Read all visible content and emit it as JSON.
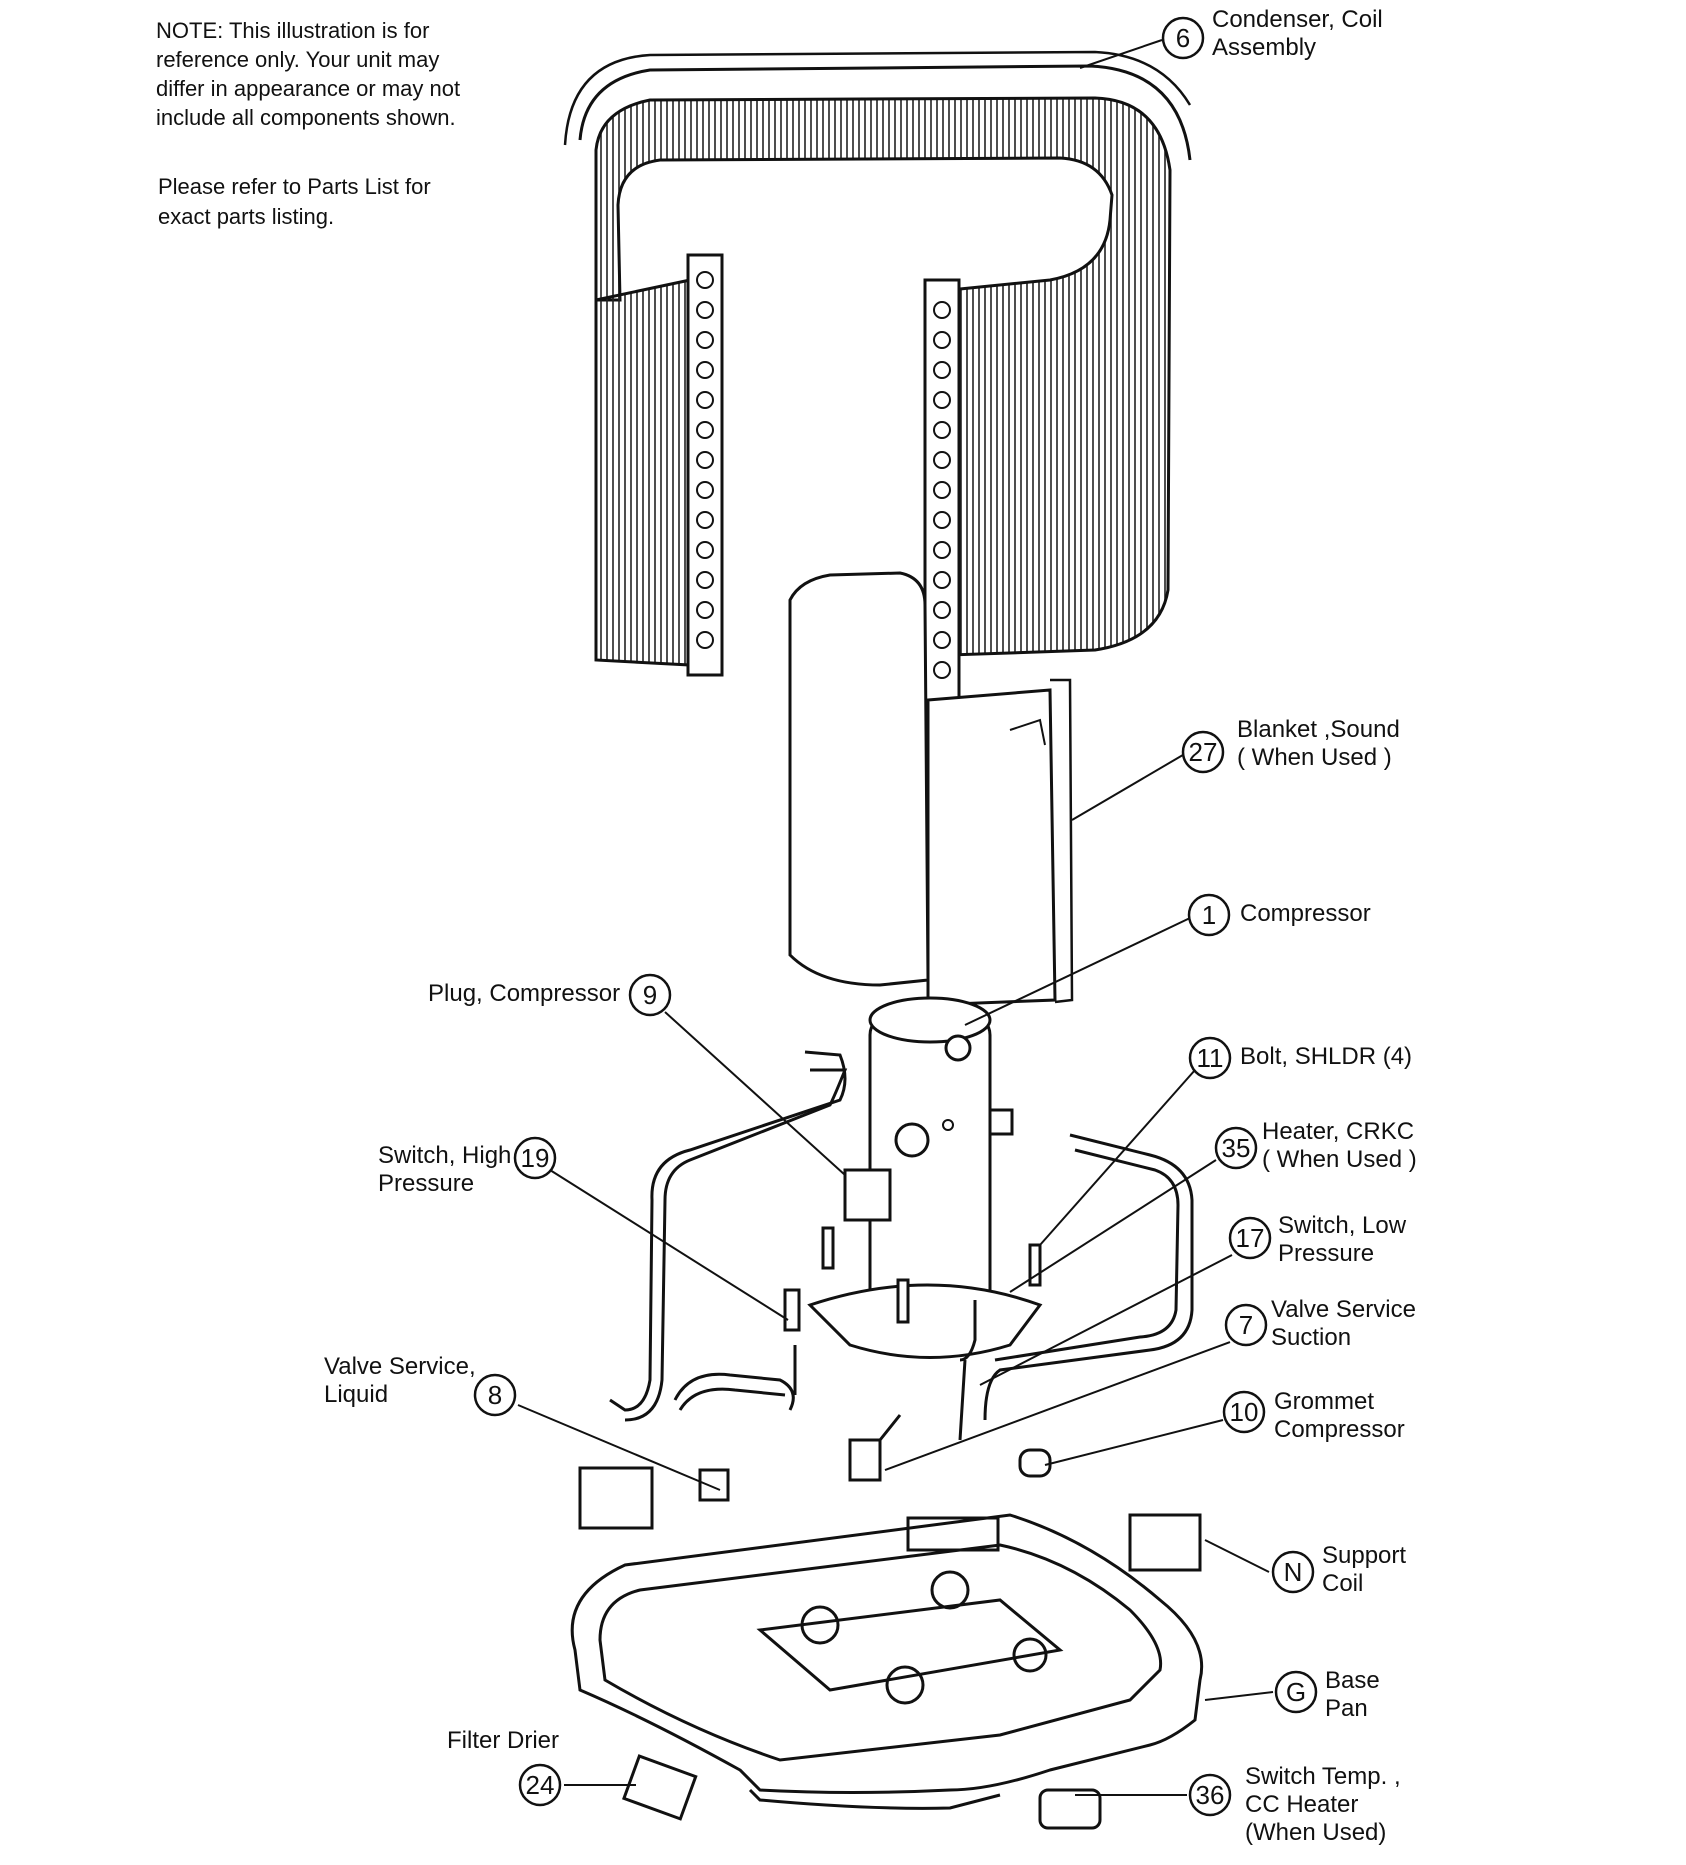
{
  "note": "NOTE: This illustration is for\nreference only.  Your unit may\ndiffer in appearance or may not\ninclude all components shown.",
  "refer": "Please refer to Parts List for\nexact parts listing.",
  "callouts": [
    {
      "id": "6",
      "label": "Condenser, Coil\nAssembly"
    },
    {
      "id": "27",
      "label": "Blanket ,Sound\n( When Used )"
    },
    {
      "id": "1",
      "label": "Compressor"
    },
    {
      "id": "9",
      "label": "Plug, Compressor"
    },
    {
      "id": "11",
      "label": "Bolt, SHLDR (4)"
    },
    {
      "id": "35",
      "label": "Heater, CRKC\n( When Used )"
    },
    {
      "id": "19",
      "label": "Switch, High\nPressure"
    },
    {
      "id": "17",
      "label": "Switch, Low\nPressure"
    },
    {
      "id": "7",
      "label": "Valve Service\nSuction"
    },
    {
      "id": "8",
      "label": "Valve Service,\nLiquid"
    },
    {
      "id": "10",
      "label": "Grommet\nCompressor"
    },
    {
      "id": "N",
      "label": "Support\nCoil"
    },
    {
      "id": "G",
      "label": "Base\nPan"
    },
    {
      "id": "24",
      "label": "Filter Drier"
    },
    {
      "id": "36",
      "label": "Switch Temp. ,\nCC Heater\n(When Used)"
    }
  ]
}
